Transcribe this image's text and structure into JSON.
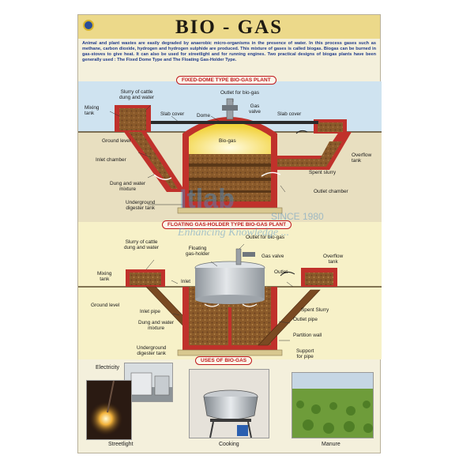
{
  "title": "BIO - GAS",
  "intro": "Animal and plant wastes are easily degraded by anaerobic micro-organisms in the presence of water. In this process gases such as methane, carbon dioxide, hydrogen and hydrogen sulphide are produced. This mixture of gases is called biogas. Biogas can be burned in gas-stoves to give heat. It can also be used for streetlight and for running engines. Two practical designs of biogas plants have been generally used : The Fixed Dome Type and The Floating Gas-Holder Type.",
  "fixed_dome": {
    "section_title": "FIXED-DOME TYPE BIO-GAS PLANT",
    "labels": {
      "slurry": "Slurry of cattle\ndung and water",
      "mixing_tank": "Mixing\ntank",
      "slab_cover_left": "Slab cover",
      "dome": "Dome",
      "outlet_biogas": "Outlet for bio-gas",
      "gas_valve": "Gas\nvalve",
      "slab_cover_right": "Slab cover",
      "ground_level": "Ground level",
      "biogas": "Bio-gas",
      "overflow_tank": "Overflow\ntank",
      "inlet_chamber": "Inlet chamber",
      "spent_slurry": "Spent slurry",
      "dung_water_mixture": "Dung and water\nmixture",
      "outlet_chamber": "Outlet chamber",
      "underground_tank": "Underground\ndigester tank"
    }
  },
  "floating": {
    "section_title": "FLOATING GAS-HOLDER TYPE BIO-GAS PLANT",
    "labels": {
      "slurry": "Slurry of cattle\ndung and water",
      "floating_holder": "Floating\ngas-holder",
      "outlet_biogas": "Outlet for bio-gas",
      "gas_valve": "Gas valve",
      "overflow_tank": "Overflow\ntank",
      "mixing_tank": "Mixing\ntank",
      "inlet": "Inlet",
      "outlet": "Outlet",
      "ground_level": "Ground level",
      "spent_slurry": "Spent Slurry",
      "inlet_pipe": "Inlet pipe",
      "outlet_pipe": "Outlet pipe",
      "dung_water_mixture": "Dung and water\nmixture",
      "partition_wall": "Partition wall",
      "underground_tank": "Underground\ndigester tank",
      "support_pipe": "Support\nfor pipe"
    }
  },
  "watermark": {
    "brand": "Itlab",
    "since": "SINCE 1980",
    "tagline": "Enhancing Knowledge ..."
  },
  "uses": {
    "section_title": "USES OF BIO-GAS",
    "items": [
      "Electricity",
      "Streetlight",
      "Cooking",
      "Manure"
    ]
  },
  "colors": {
    "brick": "#c0312b",
    "brick_dark": "#8a1e1a",
    "dome_gas": "#f7e05a",
    "slurry": "#8a5a2a",
    "holder": "#b9bcc0",
    "sky": "#cfe3f0",
    "floating_bg": "#f7f1c8",
    "title_red": "#c0181b"
  }
}
